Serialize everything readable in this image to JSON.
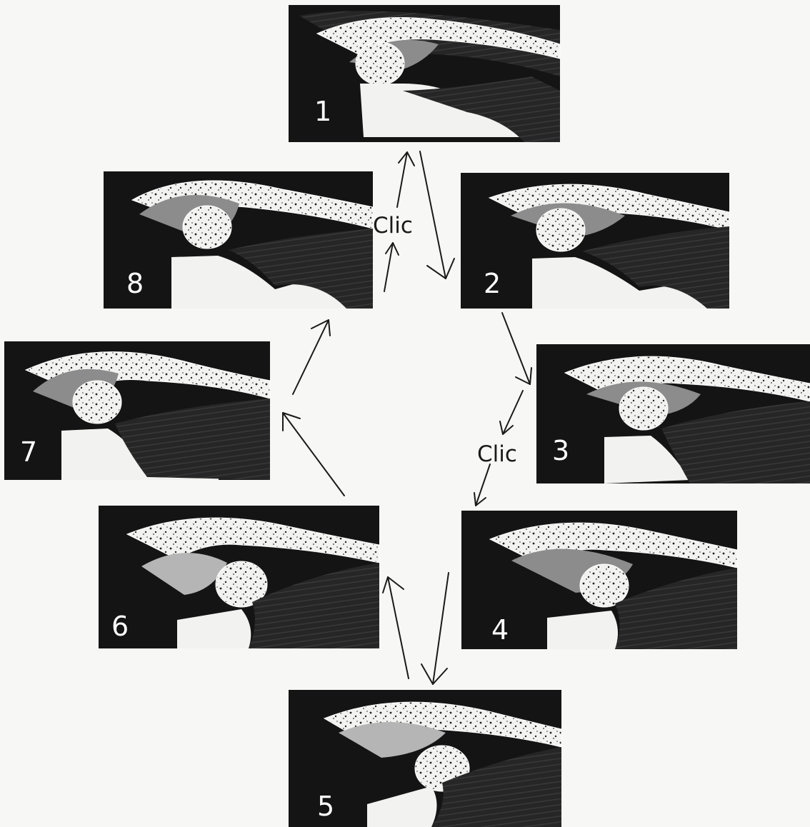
{
  "colors": {
    "background": "#f7f7f5",
    "panel_dark": "#141414",
    "muscle": "#2b2b2b",
    "bone": "#f2f2f0",
    "disc": "#8c8c8c",
    "ink": "#1a1a1a"
  },
  "panels": [
    {
      "number": "1"
    },
    {
      "number": "2"
    },
    {
      "number": "3"
    },
    {
      "number": "4"
    },
    {
      "number": "5"
    },
    {
      "number": "6"
    },
    {
      "number": "7"
    },
    {
      "number": "8"
    }
  ],
  "click_labels": [
    "Clic",
    "Clic"
  ]
}
